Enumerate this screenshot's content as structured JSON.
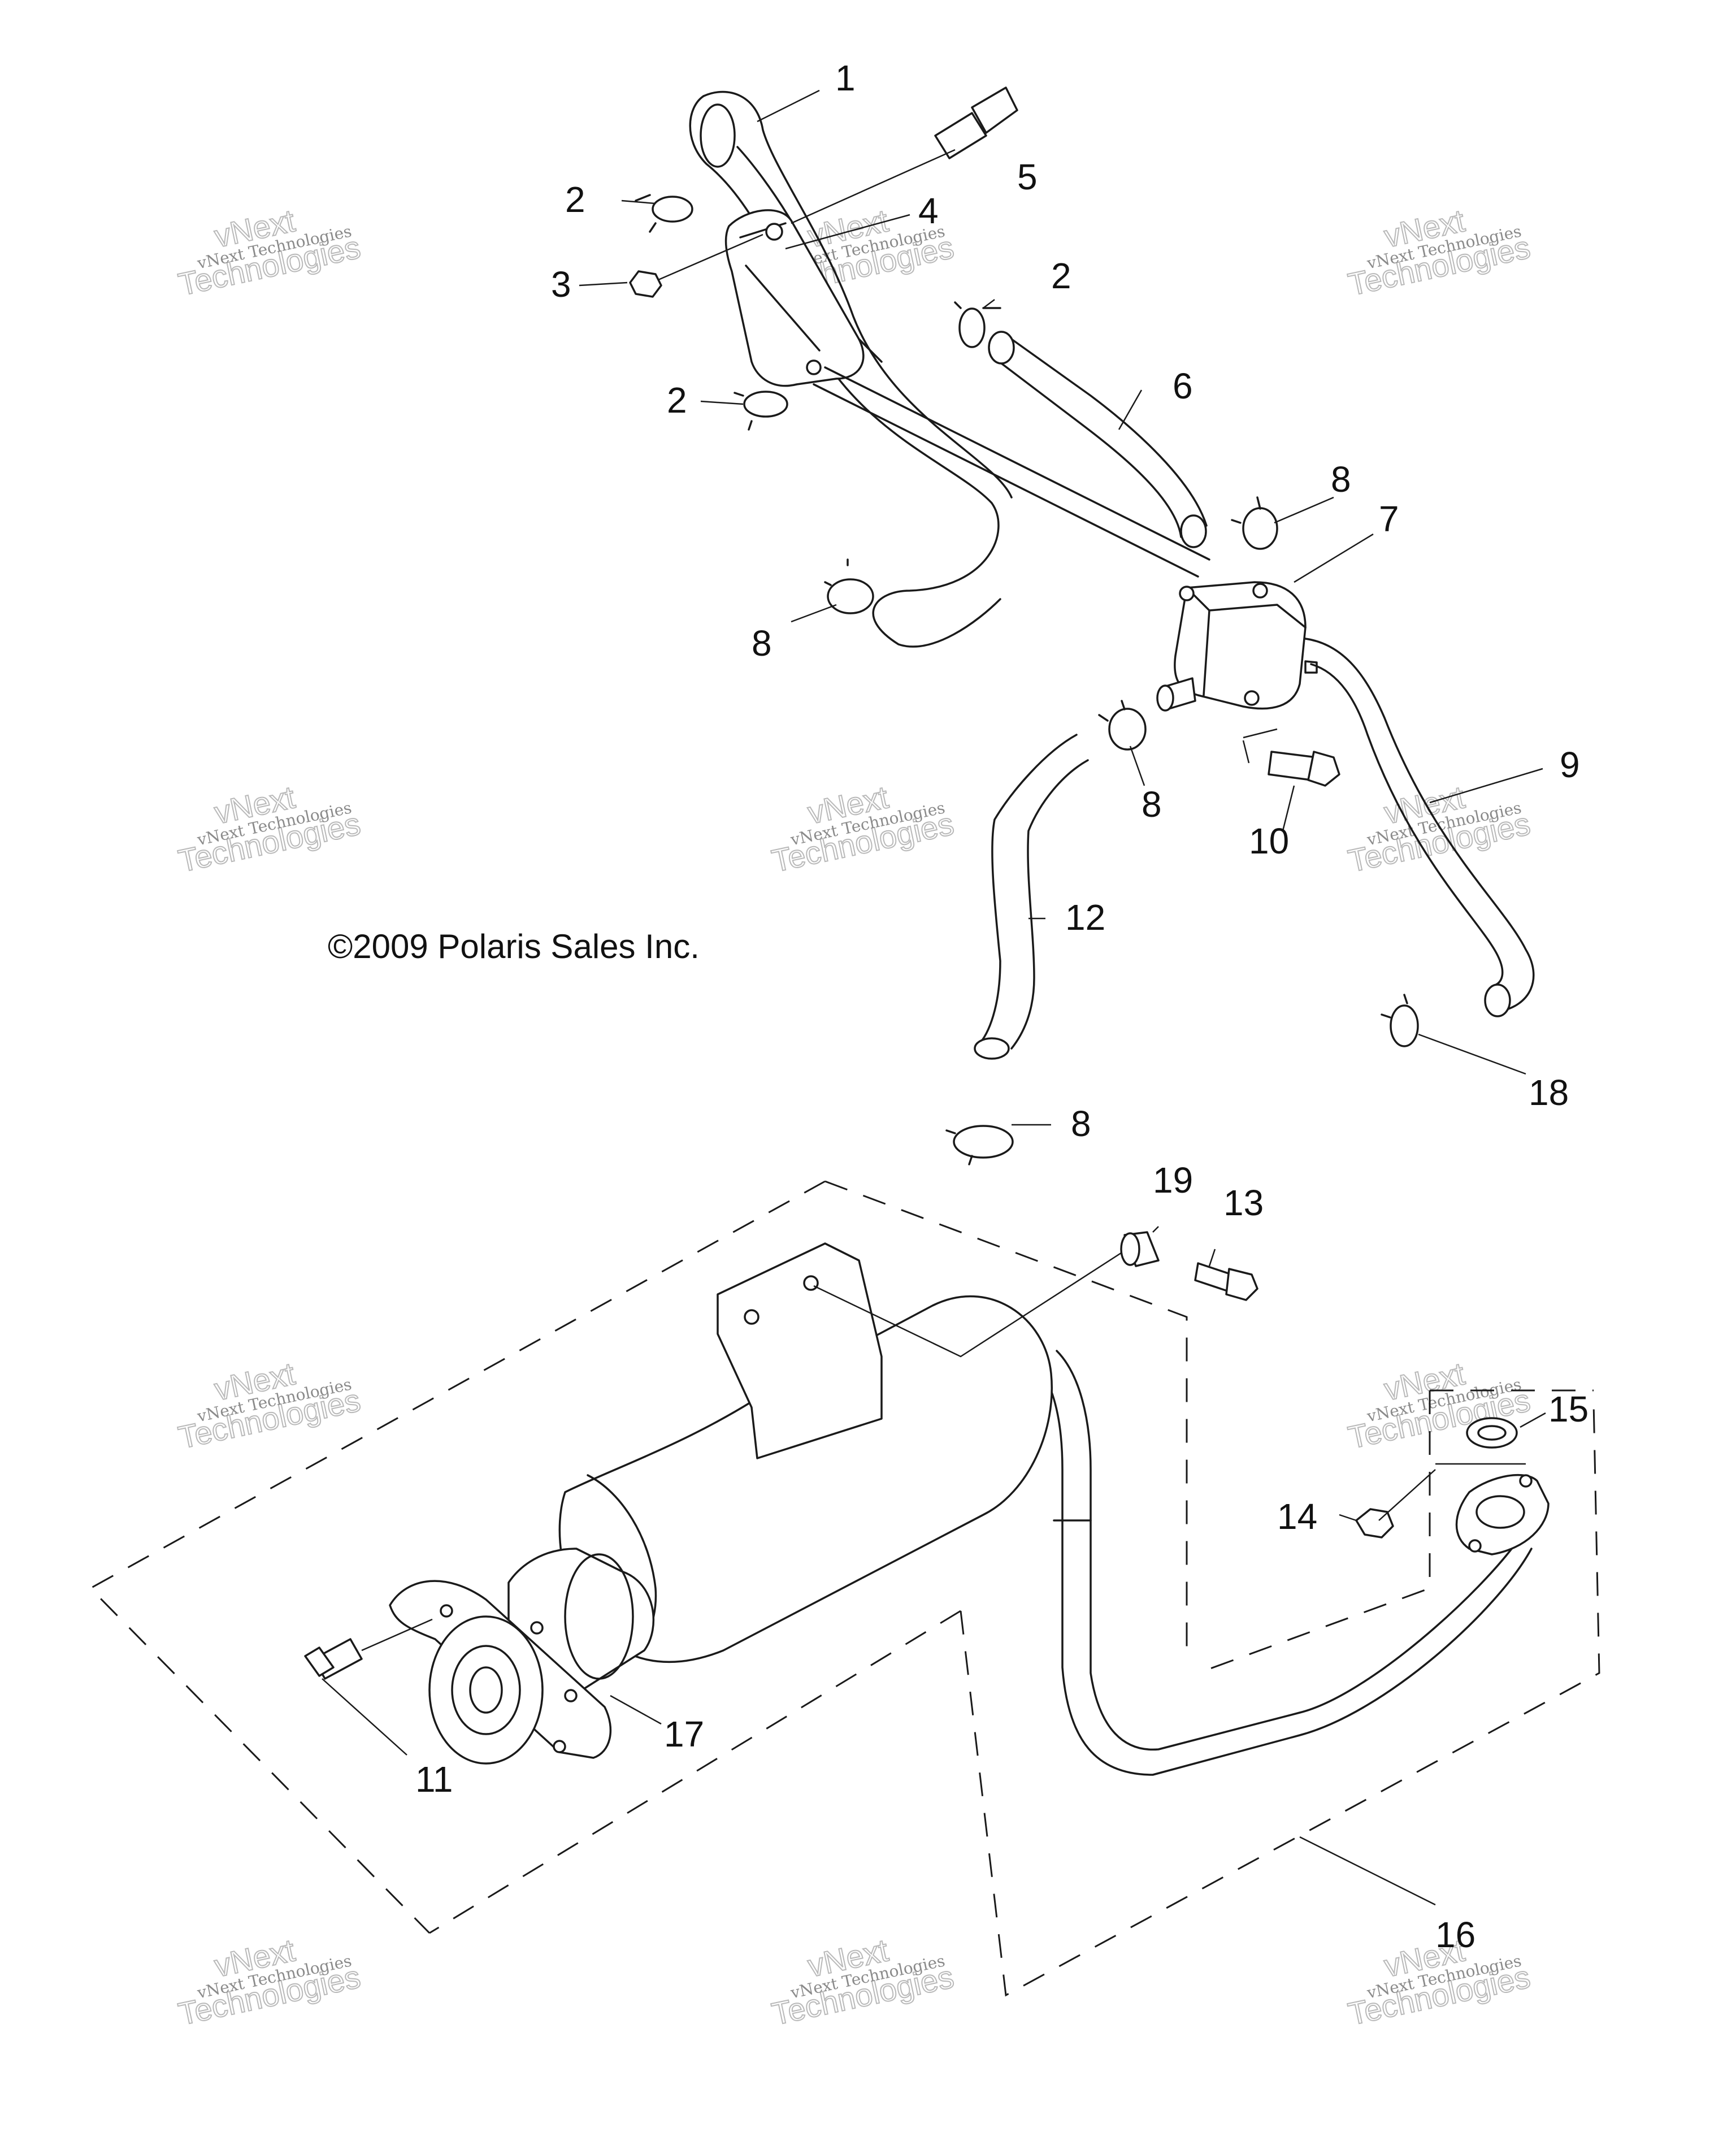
{
  "copyright": "©2009 Polaris Sales Inc.",
  "watermark": {
    "line1": "vNext Technologies",
    "line2": "vNext",
    "line3": "Technologies"
  },
  "callouts": [
    "1",
    "2",
    "3",
    "4",
    "5",
    "2",
    "2",
    "6",
    "8",
    "7",
    "8",
    "9",
    "8",
    "10",
    "12",
    "18",
    "8",
    "19",
    "13",
    "15",
    "14",
    "11",
    "17",
    "16"
  ],
  "colors": {
    "line": "#1a1a1a",
    "watermark": "#b9b9b9",
    "background": "#ffffff"
  }
}
